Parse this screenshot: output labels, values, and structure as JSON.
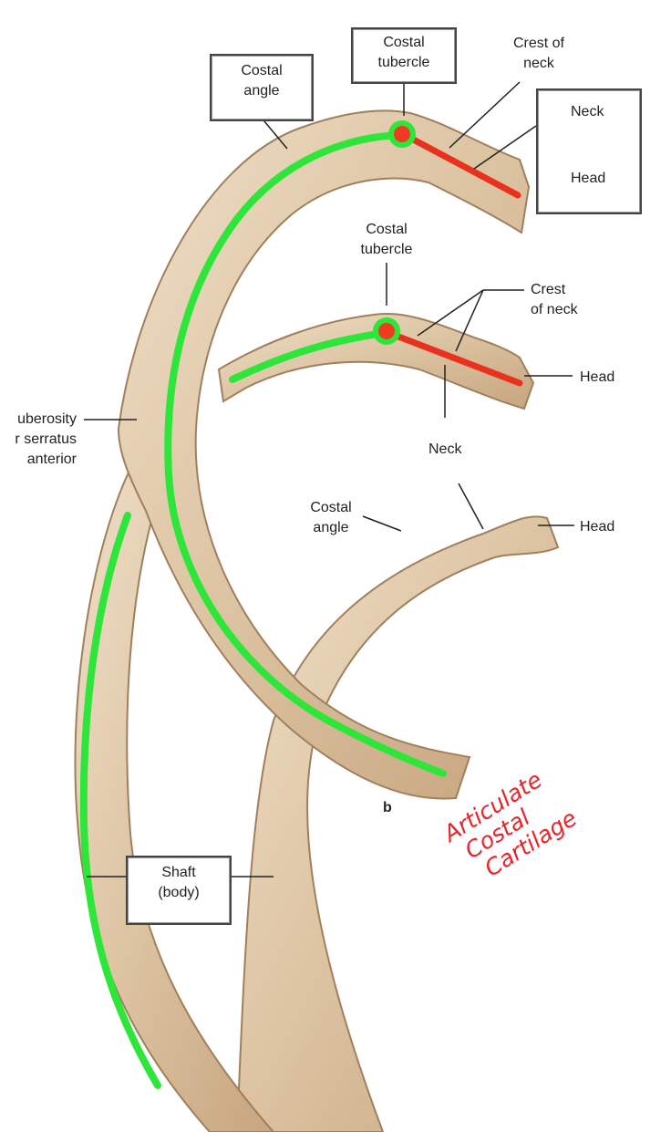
{
  "diagram": {
    "panel_letter": "b",
    "colors": {
      "bone": "#dcc3a1",
      "bone_shade": "#b99673",
      "bone_light": "#efdfc8",
      "body_line": "#2ee63a",
      "neck_line": "#e8321e",
      "tubercle_dot": "#ef3b22",
      "tubercle_ring": "#2ee63a",
      "annotation": "#e8232a"
    },
    "labels": {
      "top_costal_angle": [
        "Costal",
        "angle"
      ],
      "top_costal_tubercle": [
        "Costal",
        "tubercle"
      ],
      "top_crest_of_neck": [
        "Crest of",
        "neck"
      ],
      "top_neck": "Neck",
      "top_head": "Head",
      "mid_costal_tubercle": [
        "Costal",
        "tubercle"
      ],
      "mid_crest_of_neck": [
        "Crest",
        "of neck"
      ],
      "mid_head": "Head",
      "mid_neck": "Neck",
      "tuberosity": [
        "uberosity",
        "r serratus",
        "anterior"
      ],
      "low_costal_angle": [
        "Costal",
        "angle"
      ],
      "low_head": "Head",
      "shaft": [
        "Shaft",
        "(body)"
      ]
    },
    "handwritten_note": [
      "Articulate",
      "Costal",
      "Cartilage"
    ]
  }
}
